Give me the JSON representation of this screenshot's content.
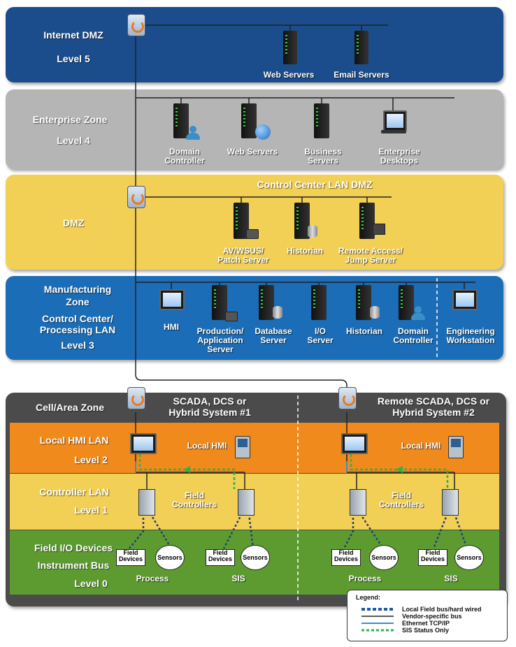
{
  "zones": {
    "internet_dmz": {
      "title": "Internet DMZ",
      "level": "Level 5"
    },
    "enterprise": {
      "title": "Enterprise Zone",
      "level": "Level 4"
    },
    "dmz": {
      "title": "DMZ",
      "banner": "Control Center LAN DMZ"
    },
    "manufacturing": {
      "title1": "Manufacturing",
      "title2": "Zone",
      "sub1": "Control Center/",
      "sub2": "Processing LAN",
      "level": "Level 3"
    },
    "cell_area": {
      "title": "Cell/Area Zone",
      "sys1_line1": "SCADA, DCS or",
      "sys1_line2": "Hybrid System #1",
      "sys2_line1": "Remote SCADA, DCS or",
      "sys2_line2": "Hybrid System #2"
    },
    "local_hmi": {
      "title": "Local HMI LAN",
      "level": "Level 2"
    },
    "controller": {
      "title": "Controller LAN",
      "level": "Level 1"
    },
    "field": {
      "title1": "Field I/O Devices",
      "title2": "Instrument Bus",
      "level": "Level 0"
    }
  },
  "nodes": {
    "web_servers_5": "Web Servers",
    "email_servers": "Email Servers",
    "domain_controller_4": [
      "Domain",
      "Controller"
    ],
    "web_servers_4": "Web Servers",
    "business_servers": [
      "Business",
      "Servers"
    ],
    "enterprise_desktops": [
      "Enterprise",
      "Desktops"
    ],
    "av_wsus": [
      "AV/WSUS/",
      "Patch Server"
    ],
    "historian_dmz": "Historian",
    "remote_access": [
      "Remote Access/",
      "Jump Server"
    ],
    "hmi": "HMI",
    "production_server": [
      "Production/",
      "Application",
      "Server"
    ],
    "database_server": [
      "Database",
      "Server"
    ],
    "io_server": [
      "I/O",
      "Server"
    ],
    "historian_3": "Historian",
    "domain_controller_3": [
      "Domain",
      "Controller"
    ],
    "engineering_ws": [
      "Engineering",
      "Workstation"
    ],
    "local_hmi_1": "Local HMI",
    "local_hmi_2": "Local HMI",
    "field_controllers_1": [
      "Field",
      "Controllers"
    ],
    "field_controllers_2": [
      "Field",
      "Controllers"
    ],
    "field_devices": [
      "Field",
      "Devices"
    ],
    "sensors": "Sensors",
    "process": "Process",
    "sis": "SIS"
  },
  "legend": {
    "title": "Legend:",
    "items": [
      {
        "label": "Local Field bus/hard wired",
        "color": "#1f5aa6",
        "style": "dashed-thick"
      },
      {
        "label": "Vendor-specific bus",
        "color": "#222222",
        "style": "solid"
      },
      {
        "label": "Ethernet TCP/IP",
        "color": "#3a8fc9",
        "style": "solid"
      },
      {
        "label": "SIS Status Only",
        "color": "#2db34a",
        "style": "dashed"
      }
    ]
  },
  "colors": {
    "level5": "#1b4d8c",
    "level4": "#b9b9b9",
    "dmz": "#f2d052",
    "level3": "#1a6db6",
    "cell": "#4b4b4b",
    "level2": "#f08a1c",
    "level1": "#f2d052",
    "level0": "#5a9a2e"
  }
}
